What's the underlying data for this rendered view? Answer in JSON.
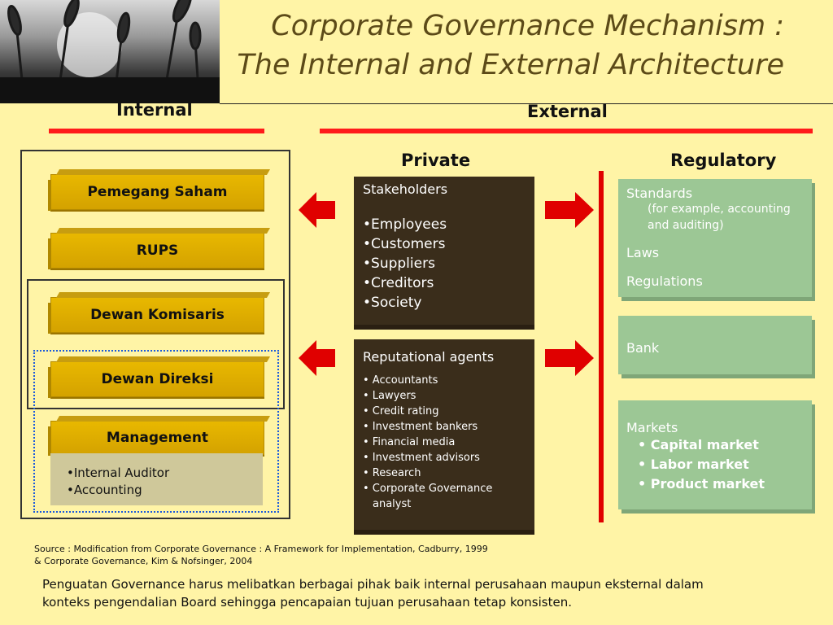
{
  "title": {
    "line1": "Corporate Governance Mechanism :",
    "line2": "The Internal and External Architecture"
  },
  "internal": {
    "label": "Internal",
    "items": [
      "Pemegang Saham",
      "RUPS",
      "Dewan Komisaris",
      "Dewan Direksi",
      "Management"
    ],
    "management_details": [
      "•Internal Auditor",
      "•Accounting"
    ]
  },
  "external": {
    "label": "External",
    "private": {
      "label": "Private",
      "stakeholders": {
        "title": "Stakeholders",
        "items": [
          "•Employees",
          "•Customers",
          "•Suppliers",
          "•Creditors",
          "•Society"
        ]
      },
      "reputational": {
        "title": "Reputational agents",
        "items": [
          "• Accountants",
          "• Lawyers",
          "• Credit rating",
          "• Investment bankers",
          "• Financial media",
          "• Investment advisors",
          "• Research",
          "• Corporate Governance",
          "analyst"
        ]
      }
    },
    "regulatory": {
      "label": "Regulatory",
      "standards": {
        "title": "Standards",
        "note": "(for example, accounting and auditing)",
        "laws": "Laws",
        "regulations": "Regulations"
      },
      "bank": "Bank",
      "markets": {
        "title": "Markets",
        "items": [
          "• Capital market",
          "• Labor market",
          "• Product market"
        ]
      }
    }
  },
  "source": {
    "line1": "Source : Modification from Corporate Governance : A Framework for Implementation, Cadburry, 1999",
    "line2": "& Corporate Governance, Kim & Nofsinger, 2004"
  },
  "note": {
    "line1": "Penguatan Governance harus melibatkan berbagai pihak baik internal perusahaan maupun eksternal dalam",
    "line2": "konteks pengendalian Board sehingga pencapaian tujuan perusahaan tetap konsisten."
  },
  "colors": {
    "background": "#fff4a6",
    "gold": "#d4a200",
    "brown": "#3a2d1b",
    "green": "#9cc795",
    "red": "#ff1a1a"
  }
}
